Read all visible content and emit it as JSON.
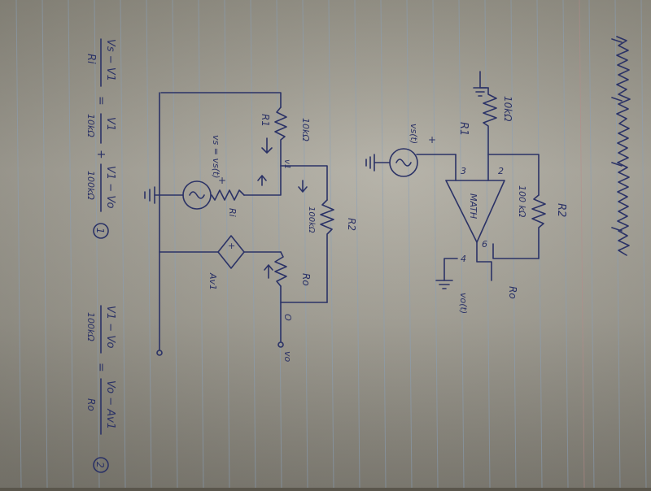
{
  "colors": {
    "paper": "#b3b0a6",
    "ink": "#2b3266",
    "ruled_line": "#8aa0b8"
  },
  "title": "",
  "circuit1": {
    "r1_label": "R1",
    "r1_value": "10kΩ",
    "r2_label": "R2",
    "r2_value": "100 kΩ",
    "source_label": "vs(t)",
    "source_plus": "+",
    "opamp_label": "MATH",
    "pin2": "2",
    "pin3": "3",
    "pin6": "6",
    "pin4": "4",
    "ro_label": "Ro",
    "vo_label": "vo(t)"
  },
  "circuit2": {
    "r1_label": "R1",
    "r1_value": "10kΩ",
    "v1_label": "v1",
    "vs_label": "vs = vs(t)",
    "vs_plus": "+",
    "ri_label": "Ri",
    "r2_label": "R2",
    "r2_value": "100kΩ",
    "ro_label": "Ro",
    "node_o": "O",
    "vo_terminal": "vo",
    "dep_label": "Av1",
    "dep_plus": "+"
  },
  "equations": {
    "eq1_lhs_num": "Vs − V1",
    "eq1_lhs_den": "Ri",
    "eq1_rhs1_num": "V1",
    "eq1_rhs1_den": "10kΩ",
    "eq1_rhs2_num": "V1 − Vo",
    "eq1_rhs2_den": "100kΩ",
    "eq1_number": "1",
    "eq2_lhs_num": "V1 − Vo",
    "eq2_lhs_den": "100kΩ",
    "eq2_rhs_num": "Vo − Av1",
    "eq2_rhs_den": "Ro",
    "eq2_number": "2"
  }
}
